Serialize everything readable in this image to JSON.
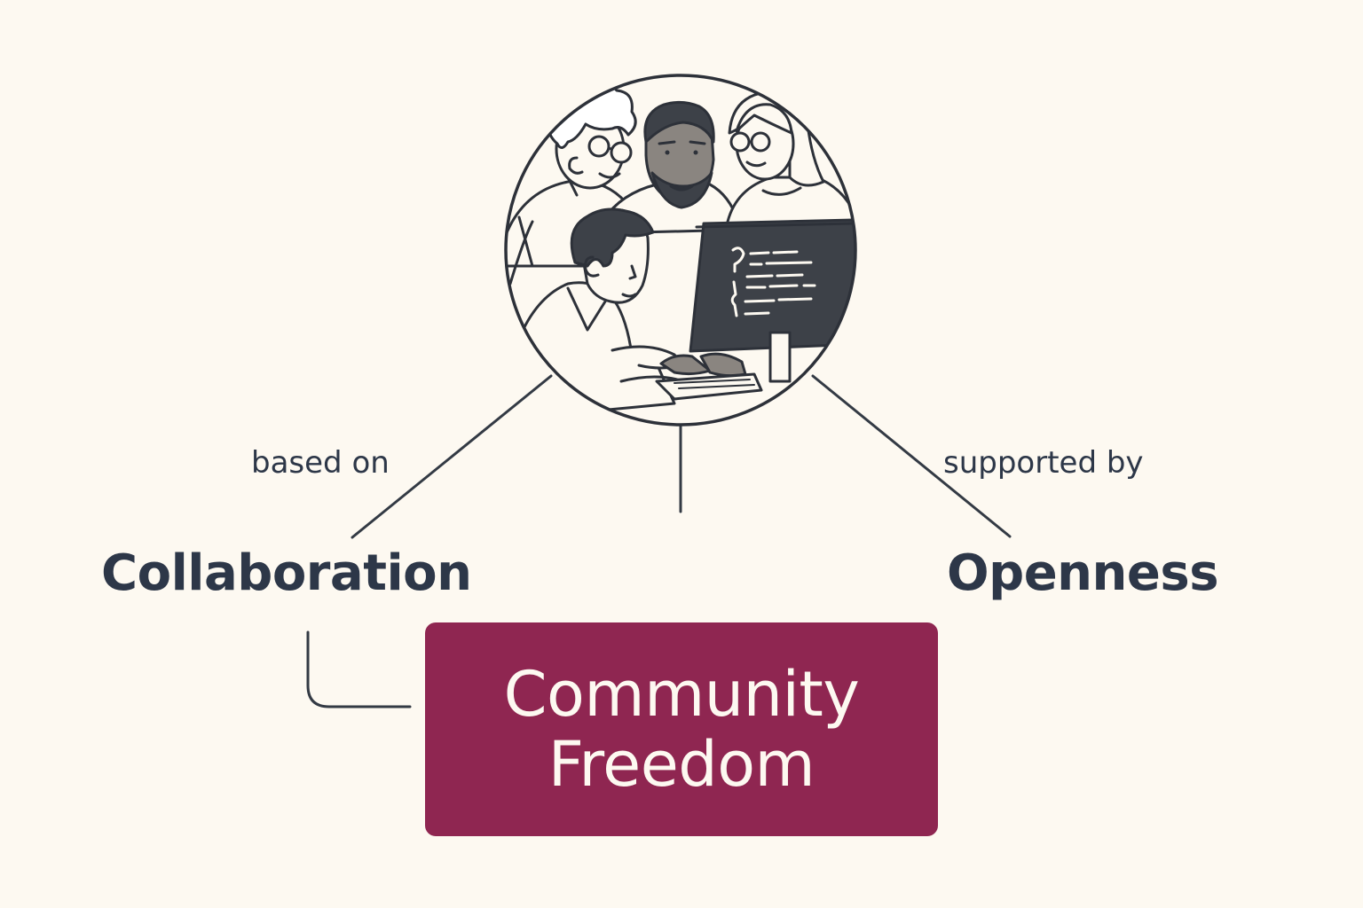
{
  "connector_labels": {
    "left": "based on",
    "right": "supported by"
  },
  "concepts": {
    "left": "Collaboration",
    "right": "Openness"
  },
  "central": {
    "line1": "Community",
    "line2": "Freedom"
  },
  "illustration": {
    "icon": "team-at-computer-icon",
    "description_people": 4
  },
  "colors": {
    "background": "#fdf9f1",
    "ink": "#2d3748",
    "accent": "#8f2651",
    "accent_text": "#fdf9f1",
    "skin_shade": "#8a8580",
    "monitor": "#3d4148"
  }
}
